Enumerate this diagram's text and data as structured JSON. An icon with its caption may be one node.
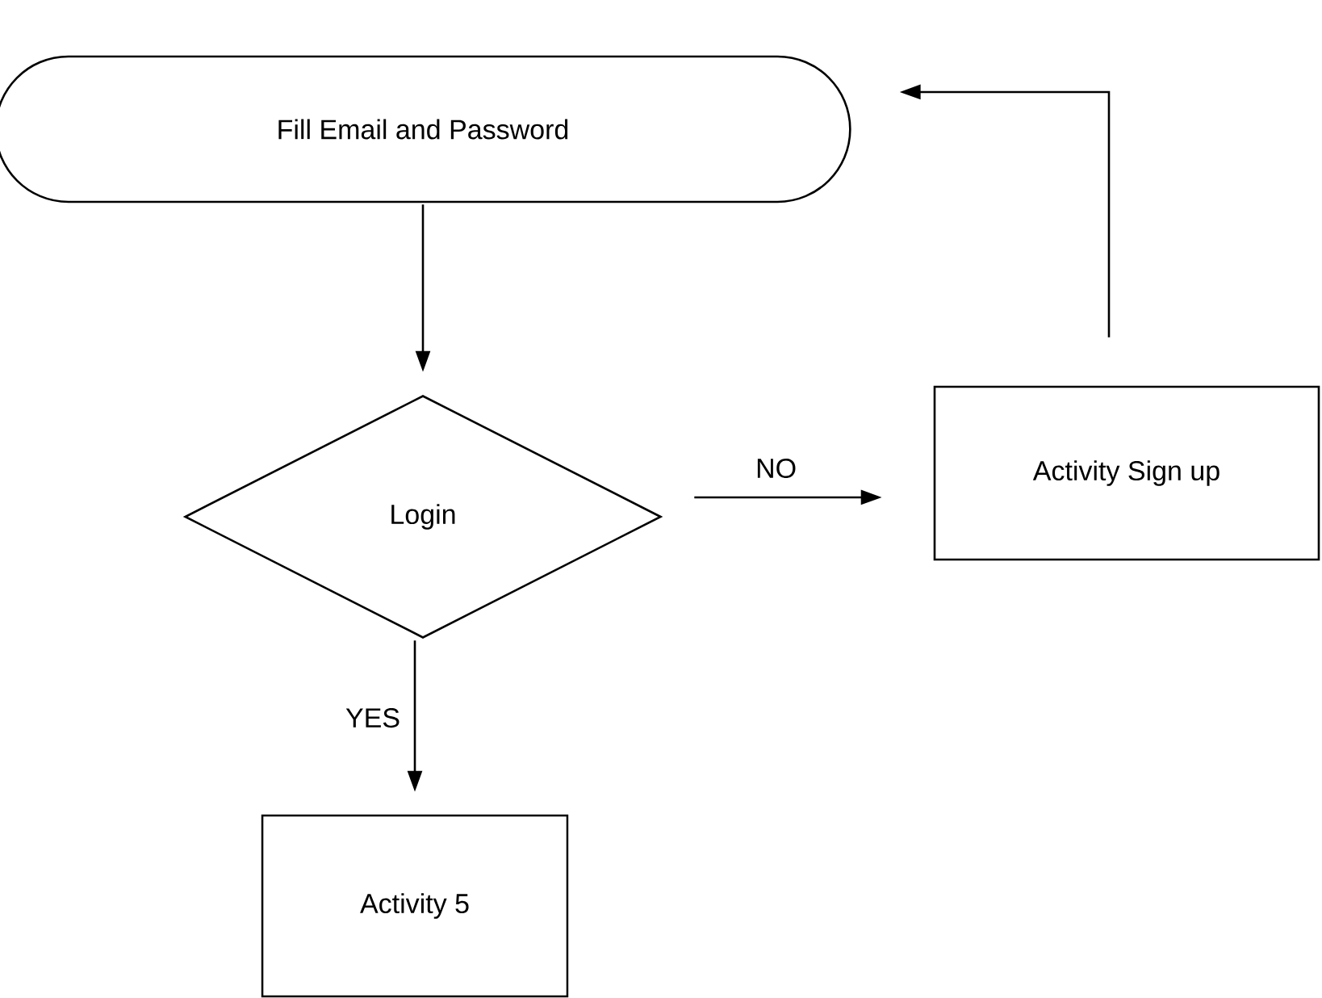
{
  "diagram": {
    "nodes": [
      {
        "text": [
          "Fill Email and Password"
        ]
      },
      {
        "text": [
          "Login"
        ]
      },
      {
        "text": [
          "Activity Sign up"
        ]
      },
      {
        "text": [
          "Activity 5"
        ]
      }
    ],
    "edges": [
      {
        "from": 0,
        "to": 1,
        "arrow": "to"
      },
      {
        "from": 1,
        "to": 2,
        "arrow": "to",
        "label": "NO"
      },
      {
        "from": 1,
        "to": 3,
        "arrow": "to",
        "label": "YES"
      },
      {
        "from": 2,
        "to": 0,
        "arrow": "to"
      }
    ]
  }
}
